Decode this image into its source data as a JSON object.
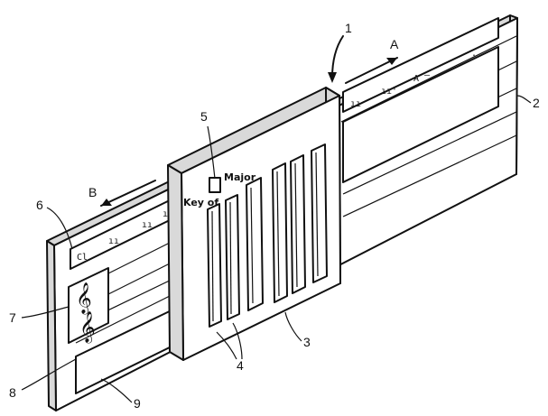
{
  "figure": {
    "key_label": "Key of",
    "key_value": "",
    "major_label": "Major",
    "strip_marks_left": [
      "Cl",
      "ıı",
      "ıı",
      "ı´"
    ],
    "strip_marks_right": [
      "ıı",
      "ıı'",
      "A",
      "—",
      "."
    ],
    "arrows": {
      "a": "A",
      "b": "B"
    },
    "reference_numerals": {
      "n1": "1",
      "n2": "2",
      "n3": "3",
      "n4": "4",
      "n5": "5",
      "n6": "6",
      "n7": "7",
      "n8": "8",
      "n9": "9"
    },
    "clef_glyph": "𝄞"
  }
}
